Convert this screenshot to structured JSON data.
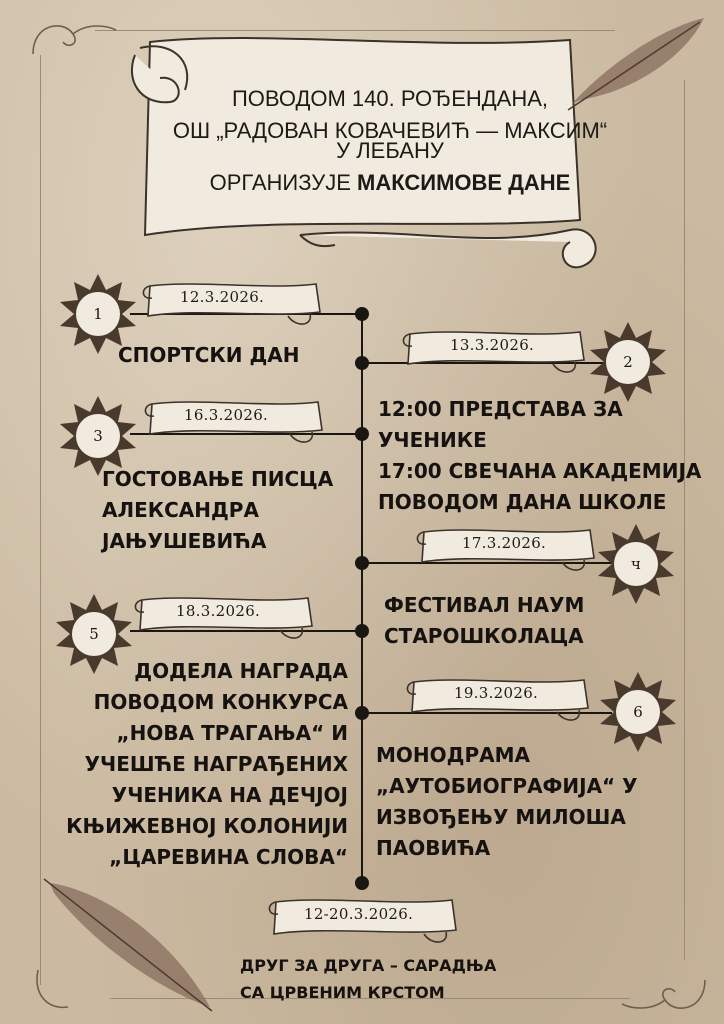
{
  "title": {
    "line1": "ПОВОДОМ 140. РОЂЕНДАНА,",
    "line2": "ОШ „РАДОВАН КОВАЧЕВИЋ — МАКСИМ“",
    "line3": "У ЛЕБАНУ",
    "line4_prefix": "ОРГАНИЗУЈЕ ",
    "line4_bold": "МАКСИМОВЕ ДАНЕ"
  },
  "events": [
    {
      "number": "1",
      "date": "12.3.2026.",
      "lines": [
        "СПОРТСКИ ДАН"
      ]
    },
    {
      "number": "2",
      "date": "13.3.2026.",
      "lines": [
        "12:00 ПРЕДСТАВА ЗА",
        "УЧЕНИКЕ",
        "17:00 СВЕЧАНА АКАДЕМИЈА",
        "ПОВОДОМ ДАНА ШКОЛЕ"
      ]
    },
    {
      "number": "3",
      "date": "16.3.2026.",
      "lines": [
        "ГОСТОВАЊЕ ПИСЦА",
        "АЛЕКСАНДРА",
        "ЈАЊУШЕВИЋА"
      ]
    },
    {
      "number": "ч",
      "date": "17.3.2026.",
      "lines": [
        "ФЕСТИВАЛ НАУМ",
        "СТАРОШКОЛАЦА"
      ]
    },
    {
      "number": "5",
      "date": "18.3.2026.",
      "lines": [
        "ДОДЕЛА НАГРАДА",
        "ПОВОДОМ КОНКУРСА",
        "„НОВА ТРАГАЊА“ И",
        "УЧЕШЋЕ НАГРАЂЕНИХ",
        "УЧЕНИКА НА ДЕЧЈОЈ",
        "КЊИЖЕВНОЈ КОЛОНИЈИ",
        "„ЦАРЕВИНА СЛОВА“"
      ]
    },
    {
      "number": "6",
      "date": "19.3.2026.",
      "lines": [
        "МОНОДРАМА",
        "„АУТОБИОГРАФИЈА“ У",
        "ИЗВОЂЕЊУ МИЛОША",
        "ПАОВИЋА"
      ]
    }
  ],
  "final": {
    "date": "12-20.3.2026.",
    "line1": "ДРУГ ЗА ДРУГА – САРАДЊА",
    "line2": "СА ЦРВЕНИМ КРСТОМ"
  }
}
